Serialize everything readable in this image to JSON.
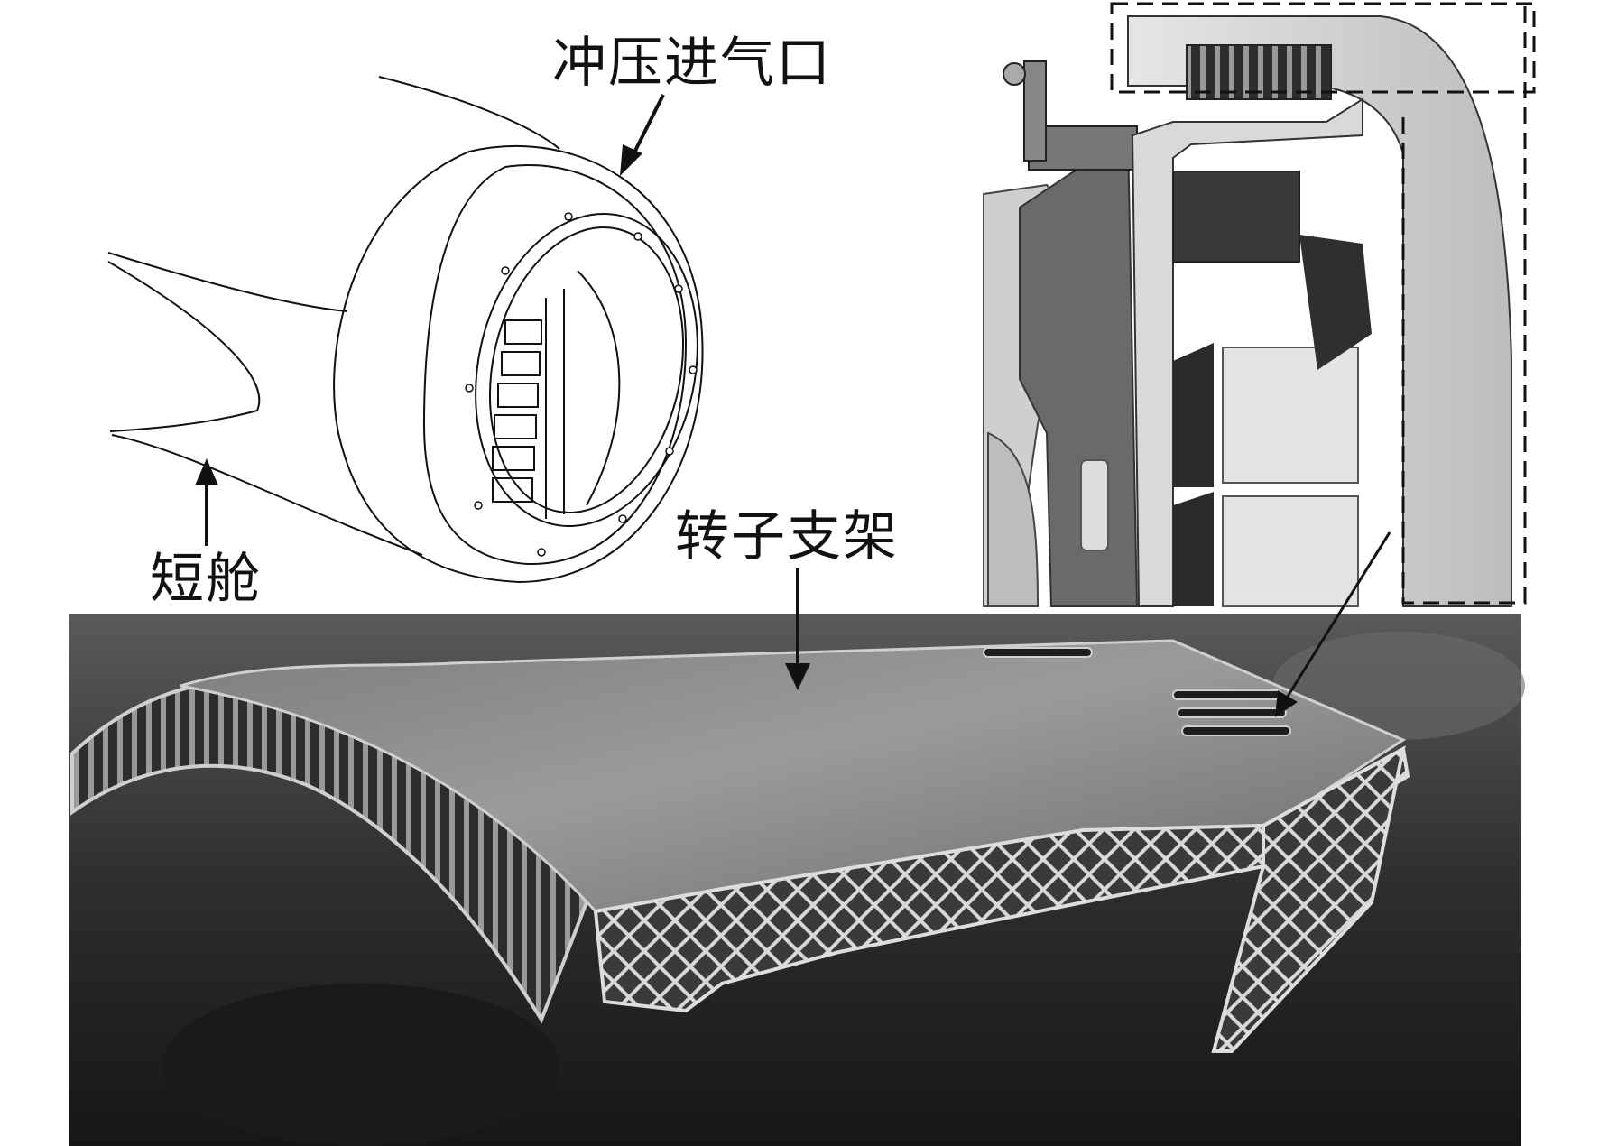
{
  "labels": {
    "ram_air_inlet": "冲压进气口",
    "short_nacelle": "短舱",
    "rotor_support": "转子支架"
  },
  "colors": {
    "line": "#111111",
    "photo_dark": "#2b2b2b",
    "metal_light": "#cfcfcf",
    "metal_mid": "#8a8a8a"
  },
  "panels": [
    {
      "name": "ram-air-inlet-line-drawing",
      "style": "line-art"
    },
    {
      "name": "engine-cross-section-render",
      "style": "grayscale-render"
    },
    {
      "name": "rotor-support-photo",
      "style": "grayscale-photo"
    }
  ]
}
